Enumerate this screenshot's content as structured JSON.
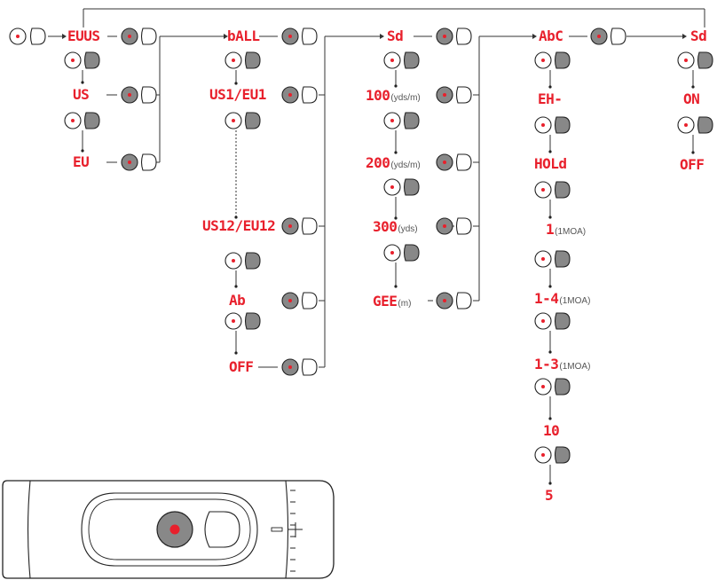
{
  "colors": {
    "display": "#e8202c",
    "line": "#333333",
    "button_fill": "#888888"
  },
  "icons": {
    "a_button": "round-button-with-red-dot",
    "b_button": "rounded-half-button"
  },
  "menus": {
    "units": {
      "title": "EUUS",
      "items": [
        "US",
        "EU"
      ]
    },
    "ballistics": {
      "title": "bALL",
      "items": [
        "US1/EU1",
        "US12/EU12",
        "Ab",
        "OFF"
      ]
    },
    "sight_in": {
      "title": "Sd",
      "items": [
        {
          "value": "100",
          "unit": "(yds/m)"
        },
        {
          "value": "200",
          "unit": "(yds/m)"
        },
        {
          "value": "300",
          "unit": "(yds)"
        },
        {
          "value": "GEE",
          "unit": "(m)"
        }
      ]
    },
    "reticle": {
      "title": "AbC",
      "items": [
        {
          "value": "EH-",
          "unit": ""
        },
        {
          "value": "HOLd",
          "unit": ""
        },
        {
          "value": "1",
          "unit": "(1MOA)"
        },
        {
          "value": "1-4",
          "unit": "(1MOA)"
        },
        {
          "value": "1-3",
          "unit": "(1MOA)"
        },
        {
          "value": "10",
          "unit": ""
        },
        {
          "value": "5",
          "unit": ""
        }
      ]
    },
    "display": {
      "title": "Sd",
      "items": [
        "ON",
        "OFF"
      ]
    }
  }
}
